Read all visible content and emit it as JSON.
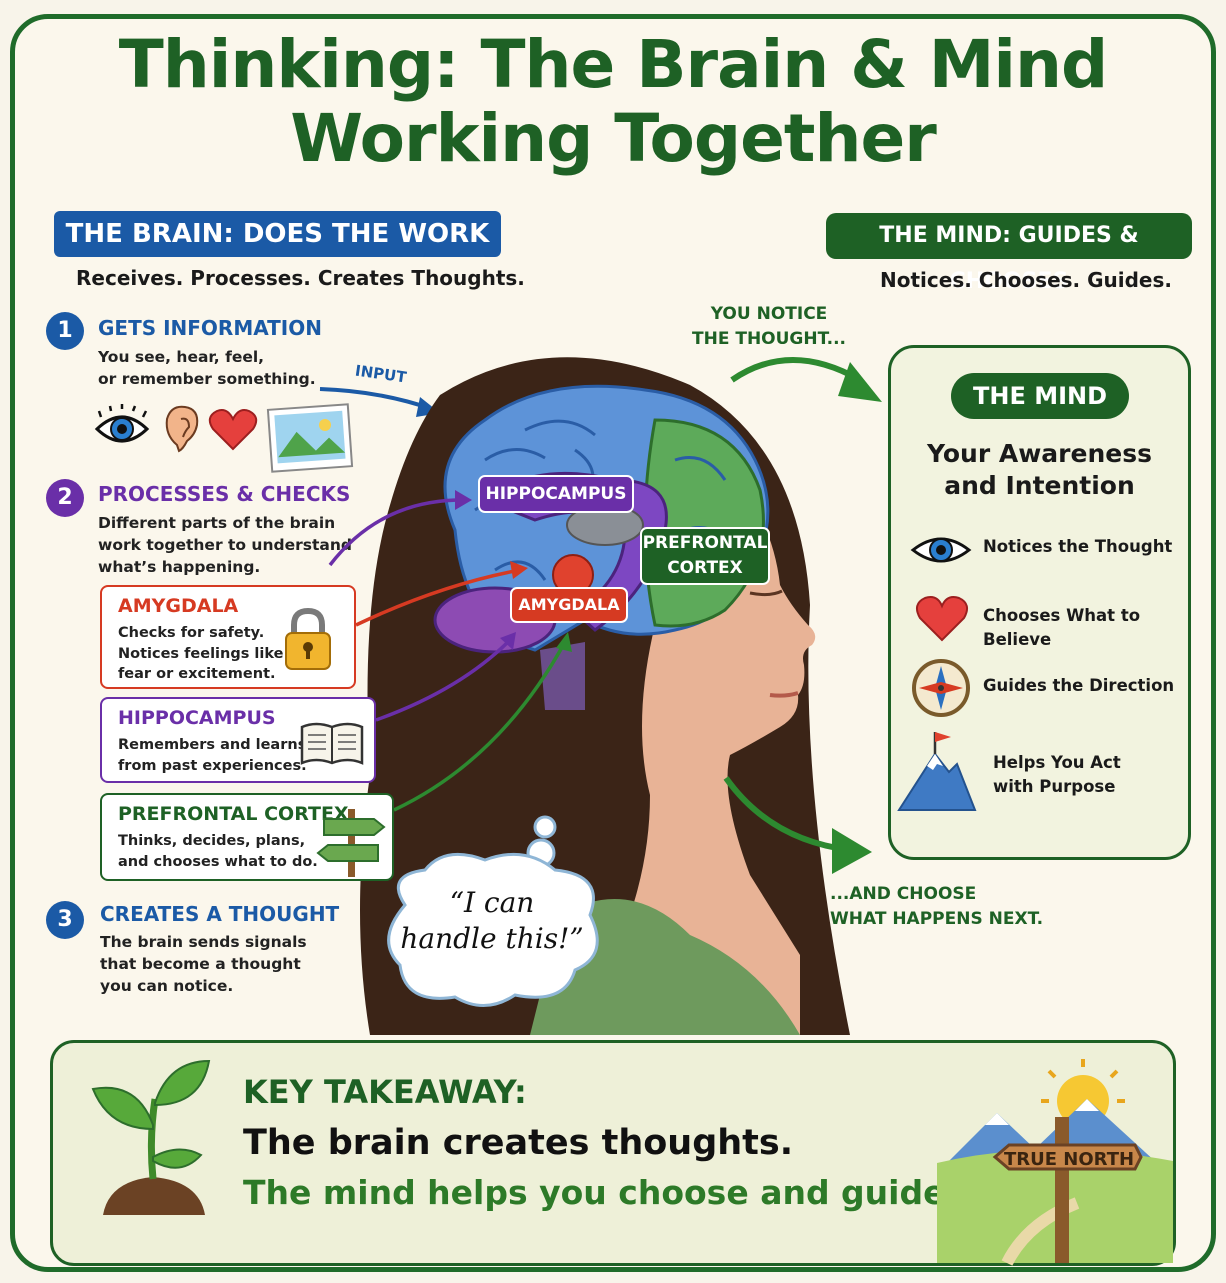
{
  "title": {
    "line1": "Thinking: The Brain & Mind",
    "line2": "Working Together"
  },
  "brain_section": {
    "header": "THE BRAIN: DOES THE WORK",
    "subtitle": "Receives. Processes. Creates Thoughts.",
    "input_label": "INPUT",
    "steps": [
      {
        "number": "1",
        "title": "GETS INFORMATION",
        "text_line1": "You see, hear, feel,",
        "text_line2": "or remember something.",
        "text_line3": ""
      },
      {
        "number": "2",
        "title": "PROCESSES & CHECKS",
        "text_line1": "Different parts of the brain",
        "text_line2": "work together to understand",
        "text_line3": "what’s happening."
      },
      {
        "number": "3",
        "title": "CREATES A THOUGHT",
        "text_line1": "The brain sends signals",
        "text_line2": "that become a thought",
        "text_line3": "you can notice."
      }
    ],
    "parts": [
      {
        "title": "AMYGDALA",
        "line1": "Checks for safety.",
        "line2": "Notices feelings like",
        "line3": "fear or excitement.",
        "color": "#d63a22"
      },
      {
        "title": "HIPPOCAMPUS",
        "line1": "Remembers and learns",
        "line2": "from past experiences.",
        "line3": "",
        "color": "#6a2fa8"
      },
      {
        "title": "PREFRONTAL CORTEX",
        "line1": "Thinks, decides, plans,",
        "line2": "and chooses what to do.",
        "line3": "",
        "color": "#1e6125"
      }
    ],
    "brain_labels": {
      "hippocampus": "HIPPOCAMPUS",
      "prefrontal_line1": "PREFRONTAL",
      "prefrontal_line2": "CORTEX",
      "amygdala": "AMYGDALA"
    },
    "thought_line1": "“I can",
    "thought_line2": "handle this!”"
  },
  "mind_section": {
    "header": "THE MIND: GUIDES & CHOOSES",
    "subtitle": "Notices. Chooses. Guides.",
    "notice_line1": "YOU NOTICE",
    "notice_line2": "THE THOUGHT...",
    "choose_line1": "...AND CHOOSE",
    "choose_line2": "WHAT HAPPENS NEXT.",
    "panel": {
      "pill": "THE MIND",
      "awareness_line1": "Your Awareness",
      "awareness_line2": "and Intention",
      "items": [
        {
          "icon": "eye-icon",
          "line1": "Notices the Thought",
          "line2": ""
        },
        {
          "icon": "heart-icon",
          "line1": "Chooses What to Believe",
          "line2": ""
        },
        {
          "icon": "compass-icon",
          "line1": "Guides the Direction",
          "line2": ""
        },
        {
          "icon": "mountain-flag-icon",
          "line1": "Helps You Act",
          "line2": "with Purpose"
        }
      ]
    }
  },
  "takeaway": {
    "title": "KEY TAKEAWAY:",
    "line1": "The brain creates thoughts.",
    "line2": "The mind helps you choose and guide them.",
    "sign": "TRUE NORTH"
  },
  "colors": {
    "green": "#1e6125",
    "blue": "#1b5aa6",
    "purple": "#6a2fa8",
    "red": "#d63a22"
  }
}
